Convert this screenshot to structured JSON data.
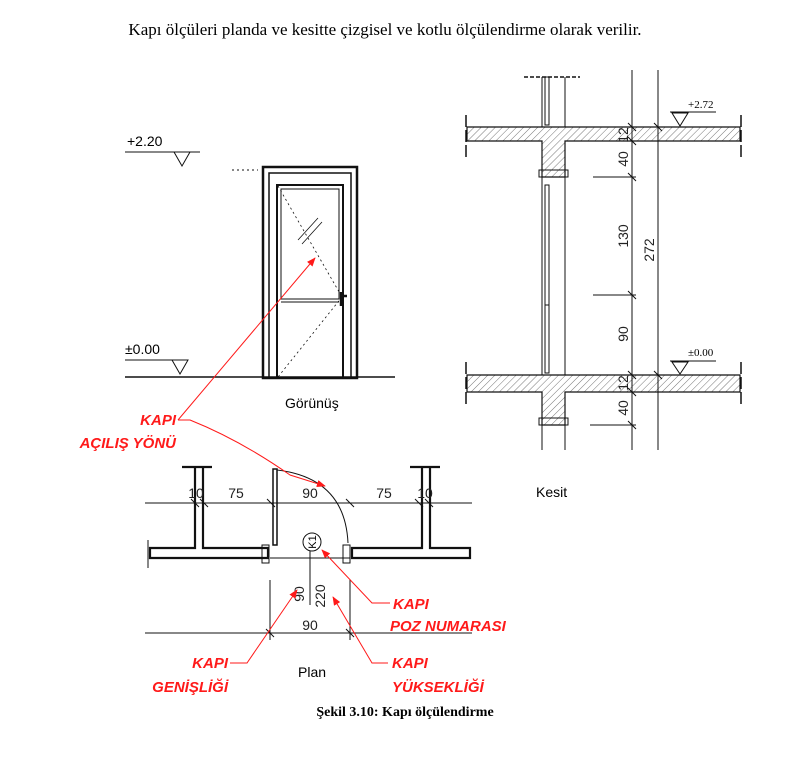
{
  "intro_text": "Kapı ölçüleri planda ve kesitte çizgisel ve kotlu ölçülendirme olarak verilir.",
  "elevation_view": {
    "top_level": "+2.20",
    "bottom_level": "±0.00",
    "title": "Görünüş"
  },
  "section_view": {
    "top_level": "+2.72",
    "bottom_level": "±0.00",
    "dims": [
      "12",
      "40",
      "130",
      "90",
      "12",
      "40"
    ],
    "total_dim": "272",
    "title": "Kesit"
  },
  "plan_view": {
    "dims_top": [
      "10",
      "75",
      "90",
      "75",
      "10"
    ],
    "door_tag": "K1",
    "door_width": "90",
    "door_height": "220",
    "opening_dim": "90",
    "title": "Plan"
  },
  "annotations": {
    "opening_direction": [
      "KAPI",
      "AÇILIŞ YÖNÜ"
    ],
    "position_number": [
      "KAPI",
      "POZ NUMARASI"
    ],
    "width": [
      "KAPI",
      "GENİŞLİĞİ"
    ],
    "height": [
      "KAPI",
      "YÜKSEKLİĞİ"
    ]
  },
  "caption": "Şekil 3.10: Kapı ölçülendirme",
  "colors": {
    "annotation": "#ff1a1a",
    "line": "#111111"
  }
}
